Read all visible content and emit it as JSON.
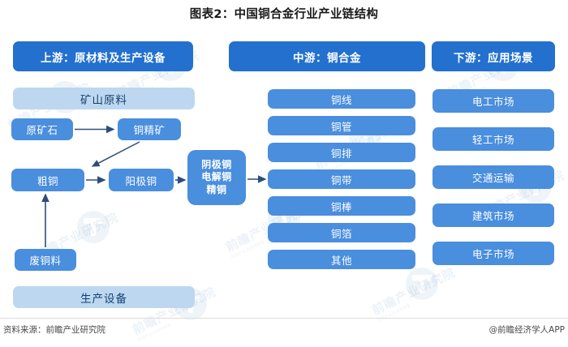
{
  "title": "图表2：中国铜合金行业产业链结构",
  "colors": {
    "header_blue": "#2370ce",
    "node_blue": "#4a8ede",
    "band_light": "#bdd7f0",
    "arrow": "#2d4d7a",
    "text_dark": "#14406f",
    "background": "#ffffff"
  },
  "columns": {
    "upstream": {
      "header": "上游：原材料及生产设备",
      "band_top": "矿山原料",
      "band_bottom": "生产设备",
      "nodes": [
        {
          "id": "raw-ore",
          "label": "原矿石"
        },
        {
          "id": "copper-concentrate",
          "label": "铜精矿"
        },
        {
          "id": "blister-copper",
          "label": "粗铜"
        },
        {
          "id": "anode-copper",
          "label": "阳极铜"
        },
        {
          "id": "scrap-copper",
          "label": "废铜料"
        }
      ]
    },
    "midstream": {
      "header": "中游：铜合金",
      "hub": {
        "id": "cathode-copper-hub",
        "lines": [
          "阴极铜",
          "电解铜",
          "精铜"
        ]
      },
      "products": [
        {
          "id": "copper-wire",
          "label": "铜线"
        },
        {
          "id": "copper-tube",
          "label": "铜管"
        },
        {
          "id": "copper-busbar",
          "label": "铜排"
        },
        {
          "id": "copper-strip",
          "label": "铜带"
        },
        {
          "id": "copper-rod",
          "label": "铜棒"
        },
        {
          "id": "copper-foil",
          "label": "铜箔"
        },
        {
          "id": "other",
          "label": "其他"
        }
      ]
    },
    "downstream": {
      "header": "下游：应用场景",
      "markets": [
        {
          "id": "electrical-market",
          "label": "电工市场"
        },
        {
          "id": "light-industry-market",
          "label": "轻工市场"
        },
        {
          "id": "transportation",
          "label": "交通运输"
        },
        {
          "id": "construction-market",
          "label": "建筑市场"
        },
        {
          "id": "electronics-market",
          "label": "电子市场"
        }
      ]
    }
  },
  "flows": [
    {
      "from": "原矿石",
      "to": "铜精矿"
    },
    {
      "from": "铜精矿",
      "to": "阳极铜"
    },
    {
      "from": "粗铜",
      "to": "阳极铜"
    },
    {
      "from": "废铜料",
      "to": "粗铜"
    },
    {
      "from": "阳极铜",
      "to": "阴极铜 电解铜 精铜"
    },
    {
      "from": "阴极铜 电解铜 精铜",
      "to": "铜带"
    }
  ],
  "watermark": {
    "text": "前瞻产业研究院",
    "subtext": "中国产业咨询领导者"
  },
  "footer": {
    "source": "资料来源：前瞻产业研究院",
    "credit": "@前瞻经济学人APP"
  }
}
